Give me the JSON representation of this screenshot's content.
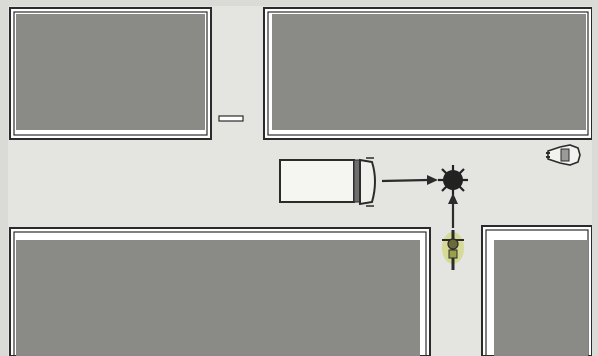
{
  "scene": {
    "kind": "traffic-intersection-illustration",
    "elements": {
      "blocks": [
        "block-top-left",
        "block-top-right",
        "block-bottom-left",
        "block-bottom-right"
      ],
      "vehicles": [
        {
          "name": "truck",
          "heading": "east",
          "icon": "truck-icon"
        },
        {
          "name": "bicycle",
          "heading": "north",
          "icon": "bicycle-icon"
        },
        {
          "name": "car",
          "heading": "west",
          "icon": "car-icon"
        }
      ],
      "conflict_point": {
        "icon": "collision-point-icon"
      },
      "arrows": [
        {
          "name": "truck-path-arrow",
          "direction": "east"
        },
        {
          "name": "bicycle-path-arrow",
          "direction": "north"
        }
      ]
    },
    "colors": {
      "background": "#dadad6",
      "road": "#e4e4e1",
      "block": "#8a8a87",
      "border": "#2b2b2b",
      "truck": "#f5f5f2",
      "cyclist_highlight": "#c8d15a",
      "collision": "#222222"
    }
  }
}
